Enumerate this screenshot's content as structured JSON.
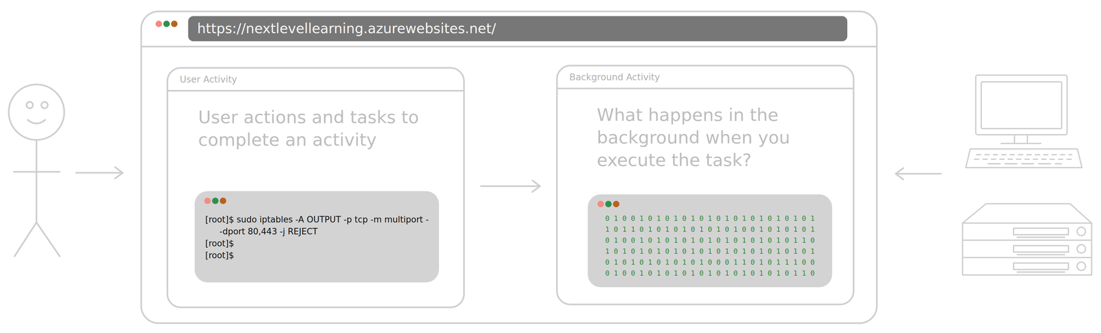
{
  "diagram": {
    "nodes": [
      {
        "text": [
          "https://nextlevellearning.azurewebsites.net/"
        ]
      },
      {
        "text": [
          "User Activity",
          "User actions and tasks to complete an activity"
        ],
        "in": 0
      },
      {
        "text": [
          "[root]$ sudo iptables -A OUTPUT -p tcp -m multiport --dport 80,443 -j REJECT",
          "[root]$",
          "[root]$"
        ],
        "in": 1
      },
      {
        "text": [
          "Background Activity",
          "What happens in the background when you execute the task?"
        ],
        "in": 0
      },
      {
        "text": [
          "0 1 0 0 1 0 1 0 1 0 1 0 1 0 1 0 1 0 1 0 1 0 1 0 1",
          "1 0 1 1 0 1 0 1 0 1 0 1 0 1 0 1 0 0 1 0 1 0 1 0 1",
          "0 1 0 0 1 0 1 0 1 0 1 0 1 0 1 0 1 0 1 0 1 0 1 1 0",
          "1 0 1 0 1 0 1 0 1 0 1 0 1 0 1 0 1 0 1 0 1 0 1 0 1",
          "0 1 0 1 0 1 0 1 0 1 0 1 0 0 0 1 1 0 1 0 1 1 1 0 0",
          "0 1 0 0 1 0 1 0 1 0 1 0 1 0 1 0 1 0 1 0 1 0 1 1 0"
        ],
        "in": 3
      }
    ],
    "edges": [
      {
        "from": 1,
        "to": 3,
        "arrow": "to"
      }
    ]
  }
}
